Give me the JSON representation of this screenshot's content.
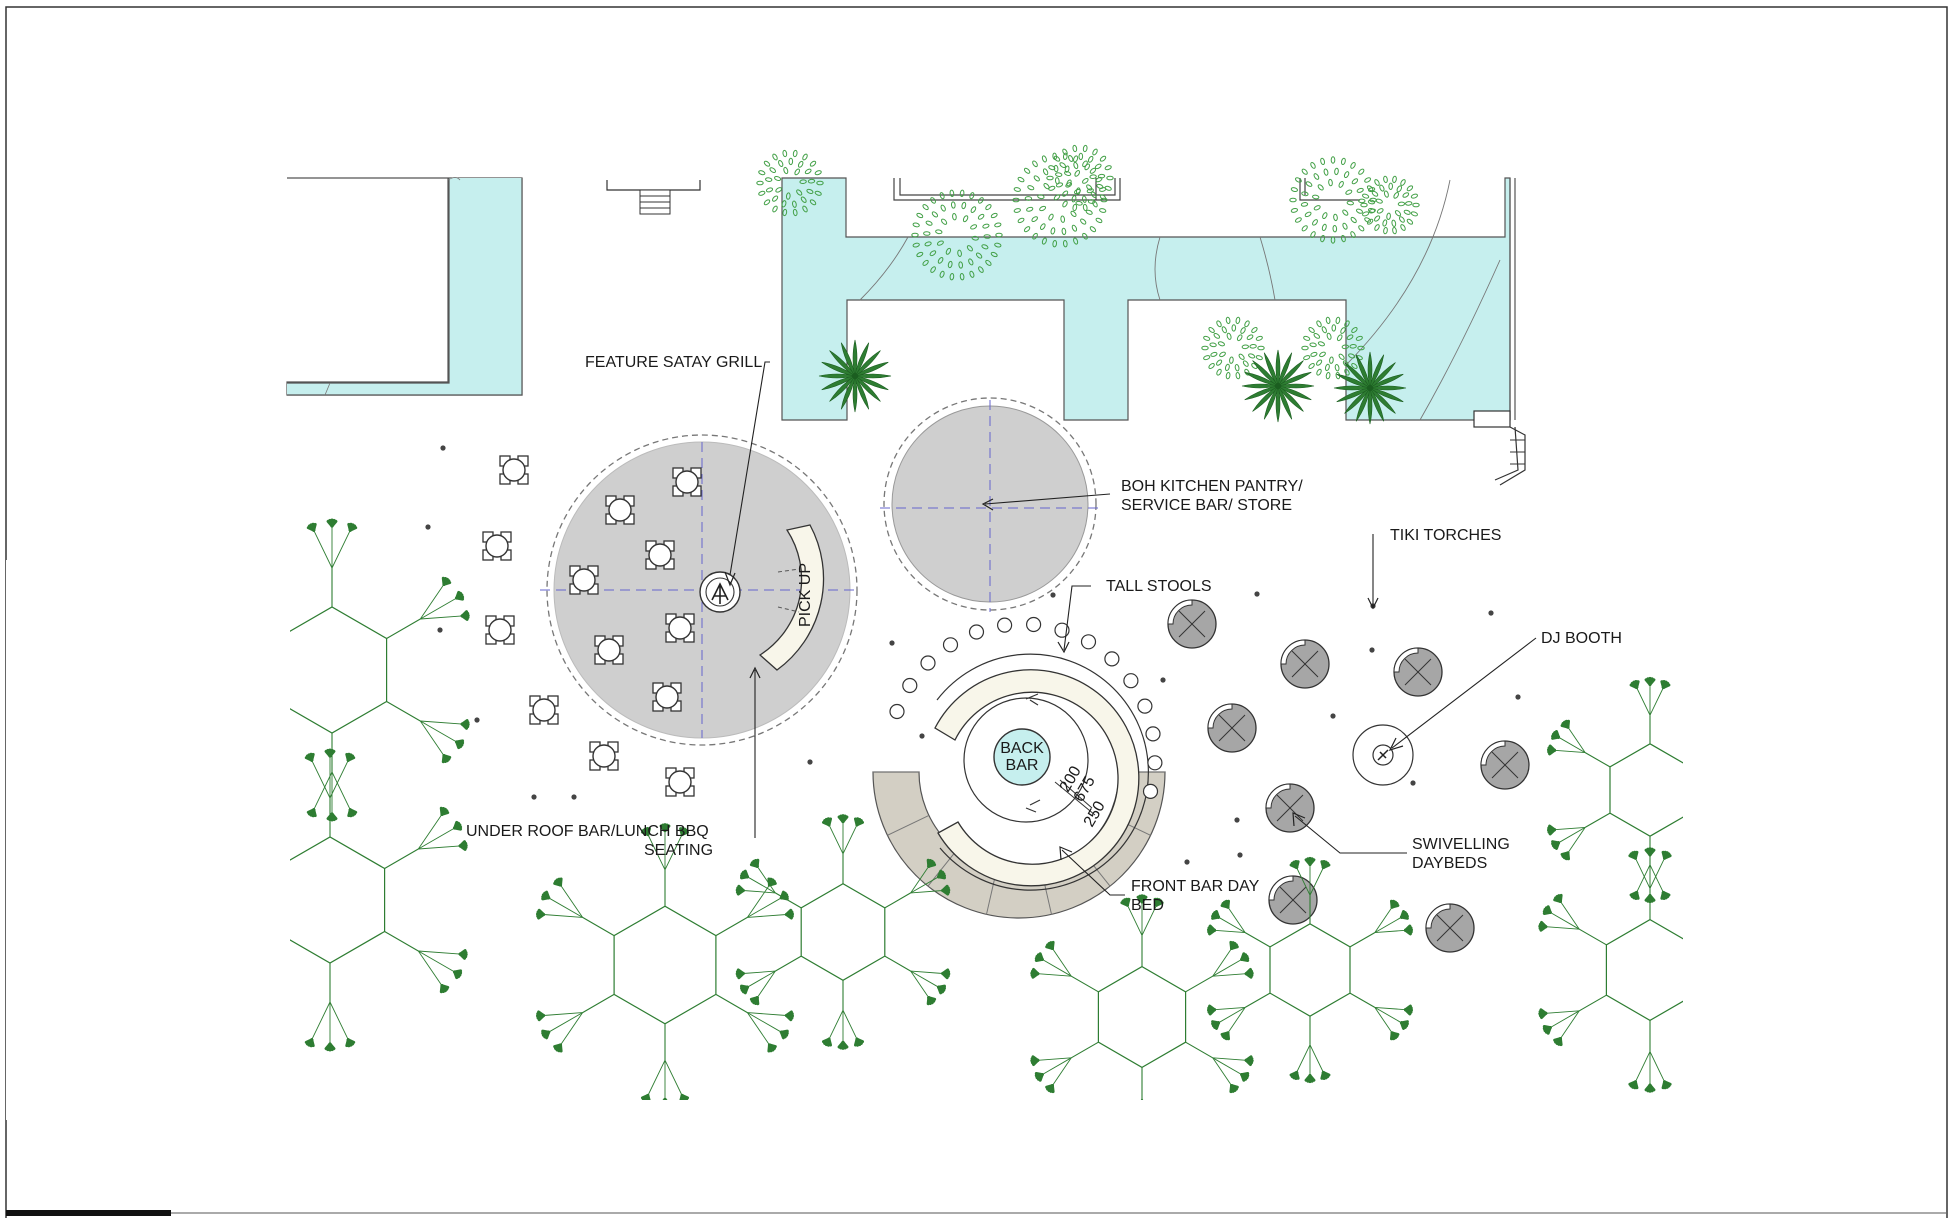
{
  "labels": {
    "feature_satay_grill": "FEATURE SATAY GRILL",
    "boh_line1": "BOH KITCHEN PANTRY/",
    "boh_line2": "SERVICE BAR/ STORE",
    "tiki_torches": "TIKI TORCHES",
    "tall_stools": "TALL STOOLS",
    "dj_booth": "DJ BOOTH",
    "pick_up": "PICK UP",
    "back_bar_line1": "BACK",
    "back_bar_line2": "BAR",
    "under_roof_line1": "UNDER ROOF BAR/LUNCH BBQ",
    "under_roof_line2": "SEATING",
    "swivelling_line1": "SWIVELLING",
    "swivelling_line2": "DAYBEDS",
    "front_bar_line1": "FRONT BAR DAY",
    "front_bar_line2": "BED",
    "dim_200": "200",
    "dim_675": "675",
    "dim_250": "250"
  },
  "colors": {
    "pool_water": "#c6efee",
    "deck_grey": "#cfcfcf",
    "daybed_grey": "#a6a6a6",
    "front_bar_sand": "#d3cfc4",
    "bar_cream": "#f8f6ea",
    "tree_green": "#2e7d32",
    "centerline_blue": "#6666cc"
  },
  "icons": [
    "tree-canopy-icon",
    "palm-plant-icon",
    "shrub-icon",
    "tiki-torch-icon",
    "daybed-icon",
    "table-set-icon",
    "stool-icon",
    "dj-booth-icon",
    "grill-icon"
  ]
}
